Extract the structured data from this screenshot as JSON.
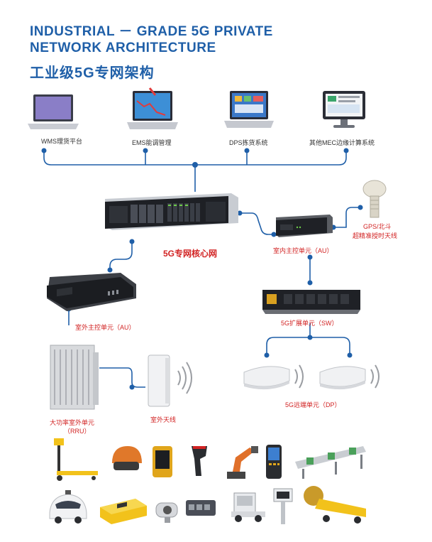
{
  "title": {
    "line1": "INDUSTRIAL － GRADE 5G PRIVATE",
    "line2": "NETWORK ARCHITECTURE",
    "cn": "工业级5G专网架构"
  },
  "apps": [
    {
      "label": "WMS理货平台"
    },
    {
      "label": "EMS能调管理"
    },
    {
      "label": "DPS拣货系统"
    },
    {
      "label": "其他MEC边缘计算系统"
    }
  ],
  "core": {
    "label": "5G专网核心网"
  },
  "gps": {
    "label_line1": "GPS/北斗",
    "label_line2": "超精准授时天线"
  },
  "indoor_au": {
    "label": "室内主控单元（AU）"
  },
  "outdoor_au": {
    "label": "室外主控单元（AU）"
  },
  "switch": {
    "label": "5G扩展单元（SW）"
  },
  "rru": {
    "label_line1": "大功率室外单元",
    "label_line2": "（RRU）"
  },
  "outdoor_antenna": {
    "label": "室外天线"
  },
  "dp": {
    "label": "5G远端单元（DP）"
  },
  "colors": {
    "title_blue": "#1f5fa8",
    "line_blue": "#1f5fa8",
    "label_red": "#d22323"
  },
  "terminals_row1": [
    "forklift-scale-icon",
    "helmet-icon",
    "rugged-phone-icon",
    "barcode-scanner-icon",
    "robot-arm-icon",
    "handheld-terminal-icon",
    "production-line-icon"
  ],
  "terminals_row2": [
    "autonomous-car-icon",
    "agv-icon",
    "surveillance-camera-icon",
    "gateway-box-icon",
    "tow-tractor-icon",
    "security-gate-icon",
    "tunnel-boring-machine-icon"
  ]
}
